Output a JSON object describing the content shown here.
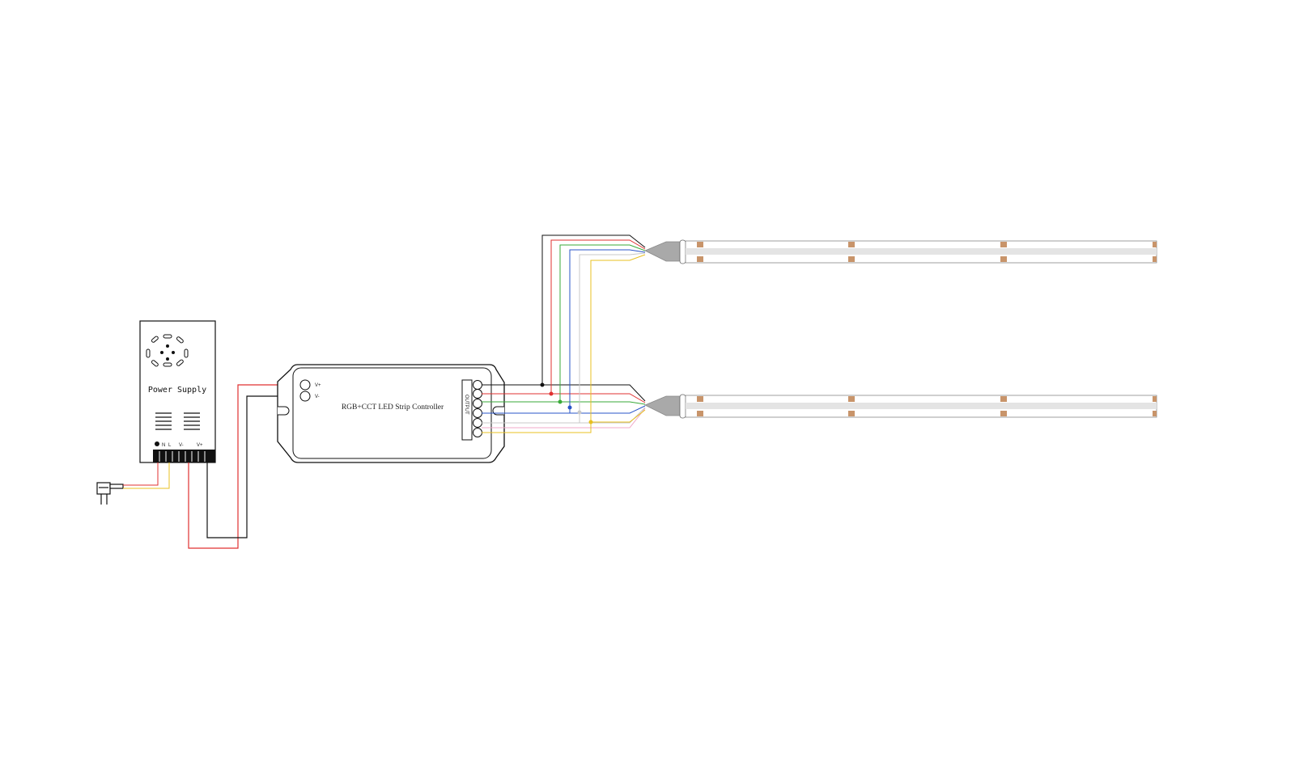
{
  "power_supply": {
    "label": "Power Supply",
    "terminal_labels": [
      "N",
      "L",
      "V-",
      "V+"
    ]
  },
  "controller": {
    "label": "RGB+CCT LED Strip Controller",
    "input_labels": [
      "V+",
      "V-"
    ],
    "output_label": "OUTPUT"
  },
  "wire_colors": {
    "black": "#111111",
    "red": "#e03030",
    "green": "#3aaa3a",
    "blue": "#2a55c8",
    "white": "#c8c8c8",
    "pink": "#f0a8c8",
    "yellow": "#e8c020"
  },
  "strip_colors": {
    "pad": "#c8946a",
    "body": "#e4e4e4",
    "connector": "#a9a9a9"
  }
}
